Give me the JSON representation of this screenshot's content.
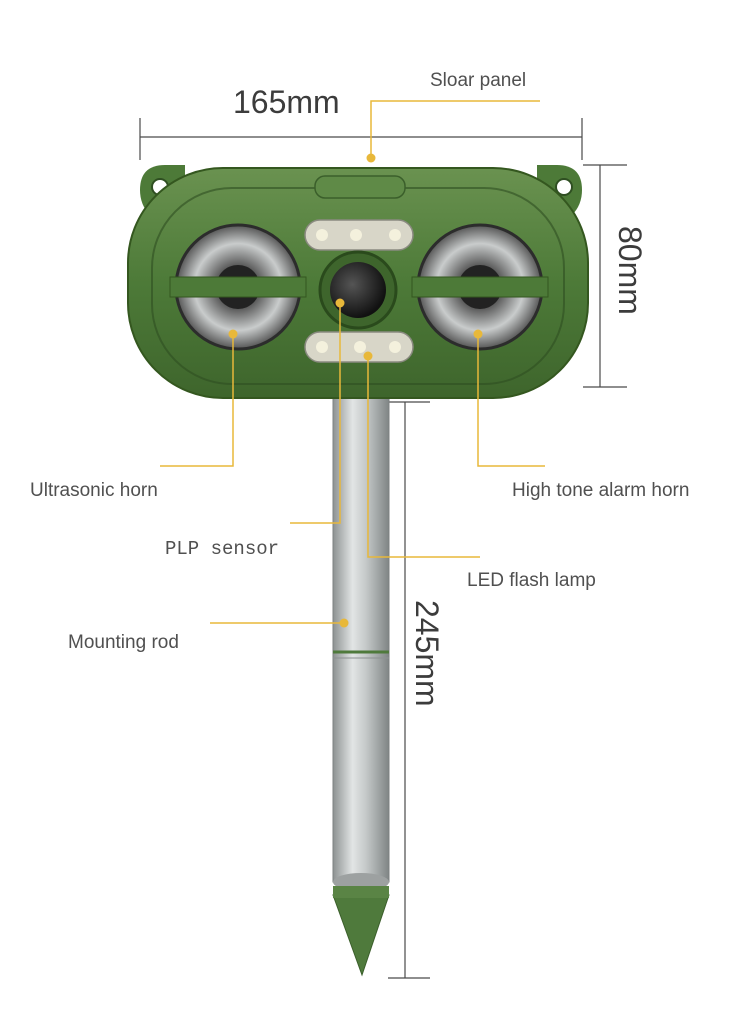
{
  "dimensions": {
    "width": "165mm",
    "height": "80mm",
    "rod_length": "245mm"
  },
  "labels": {
    "solar_panel": "Sloar panel",
    "ultrasonic_horn": "Ultrasonic horn",
    "high_tone_alarm_horn": "High tone alarm horn",
    "plp_sensor": "PLP sensor",
    "led_flash_lamp": "LED flash lamp",
    "mounting_rod": "Mounting rod"
  },
  "colors": {
    "leader_line": "#e8b83a",
    "device_green": "#4f7a3c",
    "rod_silver": "#b8bcbc",
    "dimension_line": "#4a4a4a"
  }
}
